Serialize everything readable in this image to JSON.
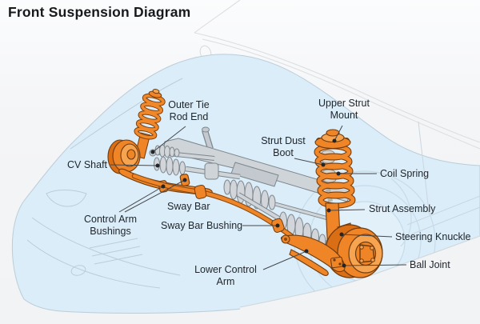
{
  "title": "Front Suspension Diagram",
  "diagram": {
    "labels": {
      "outer_tie_rod_end": "Outer Tie Rod End",
      "upper_strut_mount": "Upper Strut Mount",
      "strut_dust_boot": "Strut Dust Boot",
      "cv_shaft": "CV Shaft",
      "coil_spring": "Coil Spring",
      "sway_bar": "Sway Bar",
      "strut_assembly": "Strut Assembly",
      "control_arm_bushings": "Control Arm Bushings",
      "sway_bar_bushing": "Sway Bar Bushing",
      "steering_knuckle": "Steering Knuckle",
      "lower_control_arm": "Lower Control Arm",
      "ball_joint": "Ball Joint"
    }
  },
  "colors": {
    "part_orange": "#EF8526",
    "part_orange_dark": "#D96E14",
    "part_orange_light": "#F6A44F",
    "part_outline": "#6F3B0E",
    "machinery_gray": "#CFD4D8",
    "car_body_blue": "#DBEDF8",
    "background": "#F3F4F6",
    "label_text": "#1F242B",
    "leader_line": "#45484D"
  }
}
